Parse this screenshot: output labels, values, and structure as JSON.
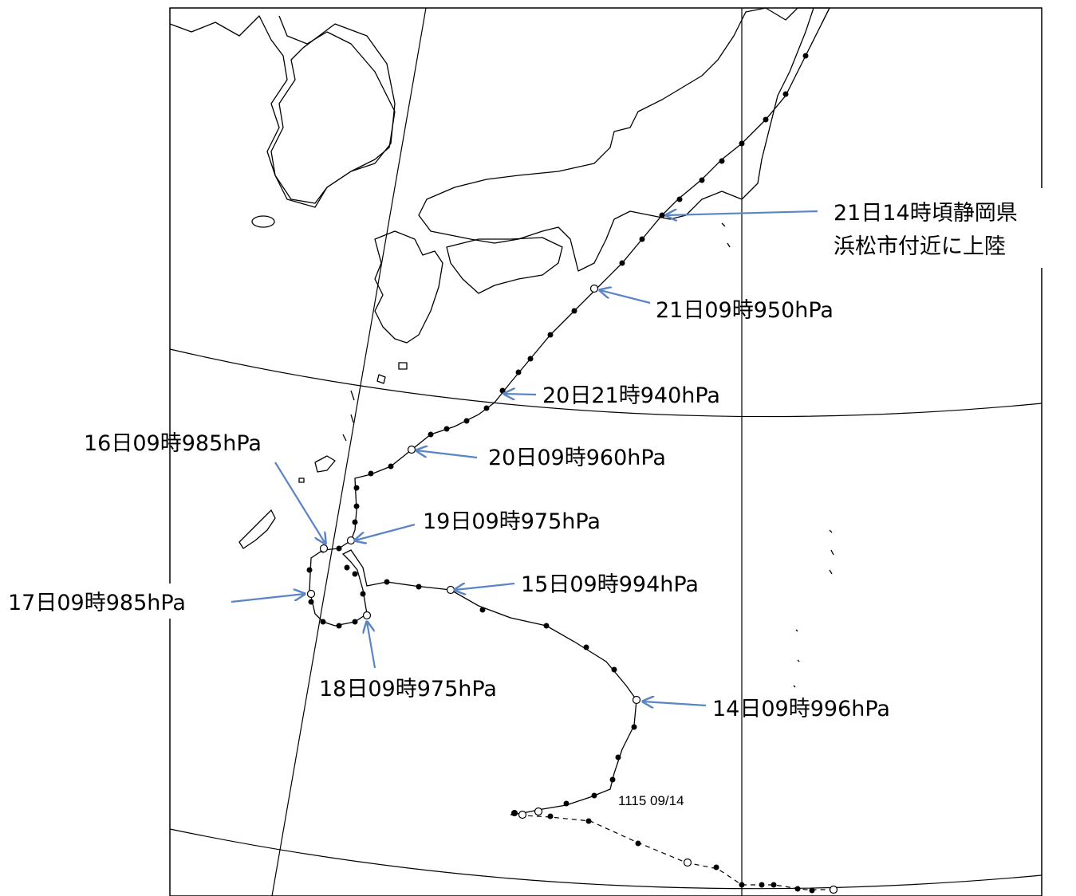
{
  "storm_code": "1115 09/14",
  "colors": {
    "track": "#000000",
    "coastline": "#000000",
    "arrow": "#5b84c4",
    "label": "#000000"
  },
  "annotations": {
    "landfall_line1": "21日14時頃静岡県",
    "landfall_line2": "浜松市付近に上陸",
    "d21_09": "21日09時950hPa",
    "d20_21": "20日21時940hPa",
    "d20_09": "20日09時960hPa",
    "d19_09": "19日09時975hPa",
    "d16_09": "16日09時985hPa",
    "d15_09": "15日09時994hPa",
    "d17_09": "17日09時985hPa",
    "d18_09": "18日09時975hPa",
    "d14_09": "14日09時996hPa"
  }
}
